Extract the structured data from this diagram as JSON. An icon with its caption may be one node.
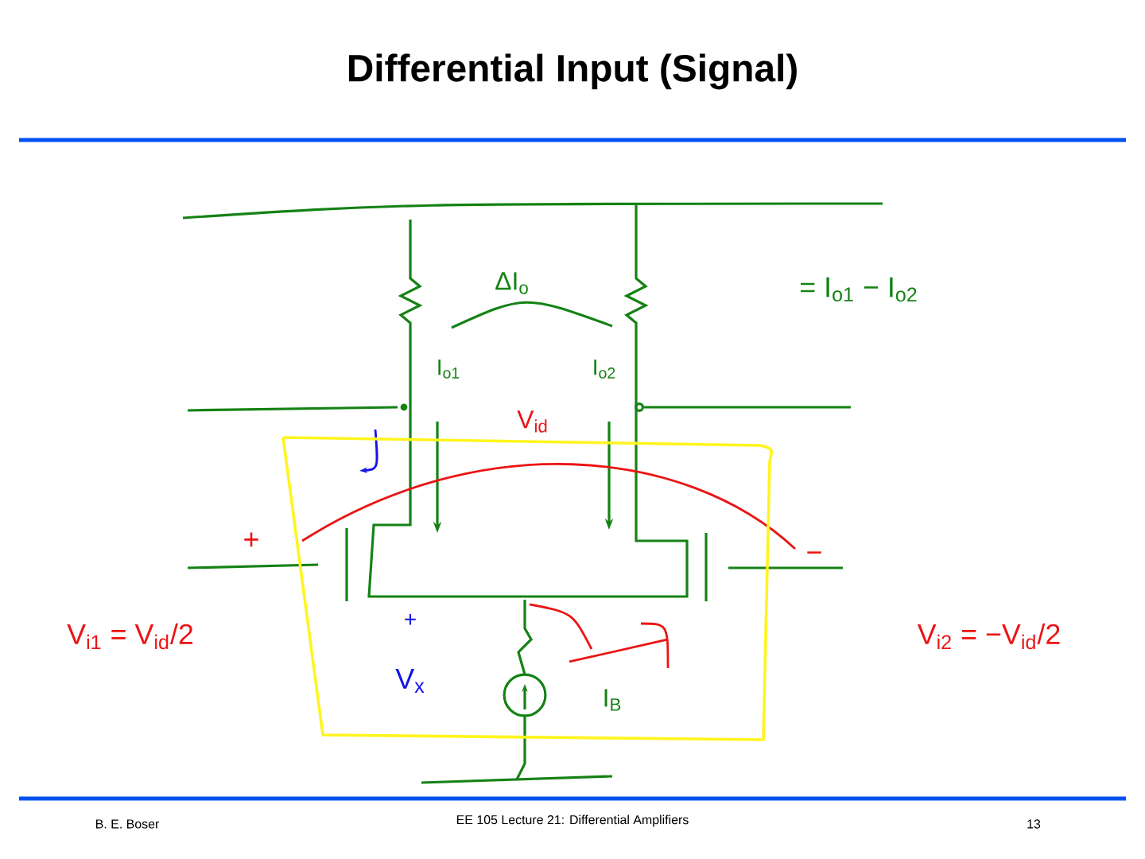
{
  "diagram": {
    "title": "Differential Input (Signal)",
    "labels": [
      "ΔI$_{o}$",
      "= I$_{o1}$ − I$_{o2}$",
      "I$_{o1}$",
      "I$_{o2}$",
      "V$_{id}$",
      "+",
      "−",
      "V$_{i1}$ = V$_{id}$/2",
      "V$_{i2}$ = −V$_{id}$/2",
      "+",
      "V$_{x}$",
      "I$_{B}$",
      "B. E. Boser",
      "EE 105 Lecture 21: Differential Amplifiers",
      "13"
    ]
  }
}
